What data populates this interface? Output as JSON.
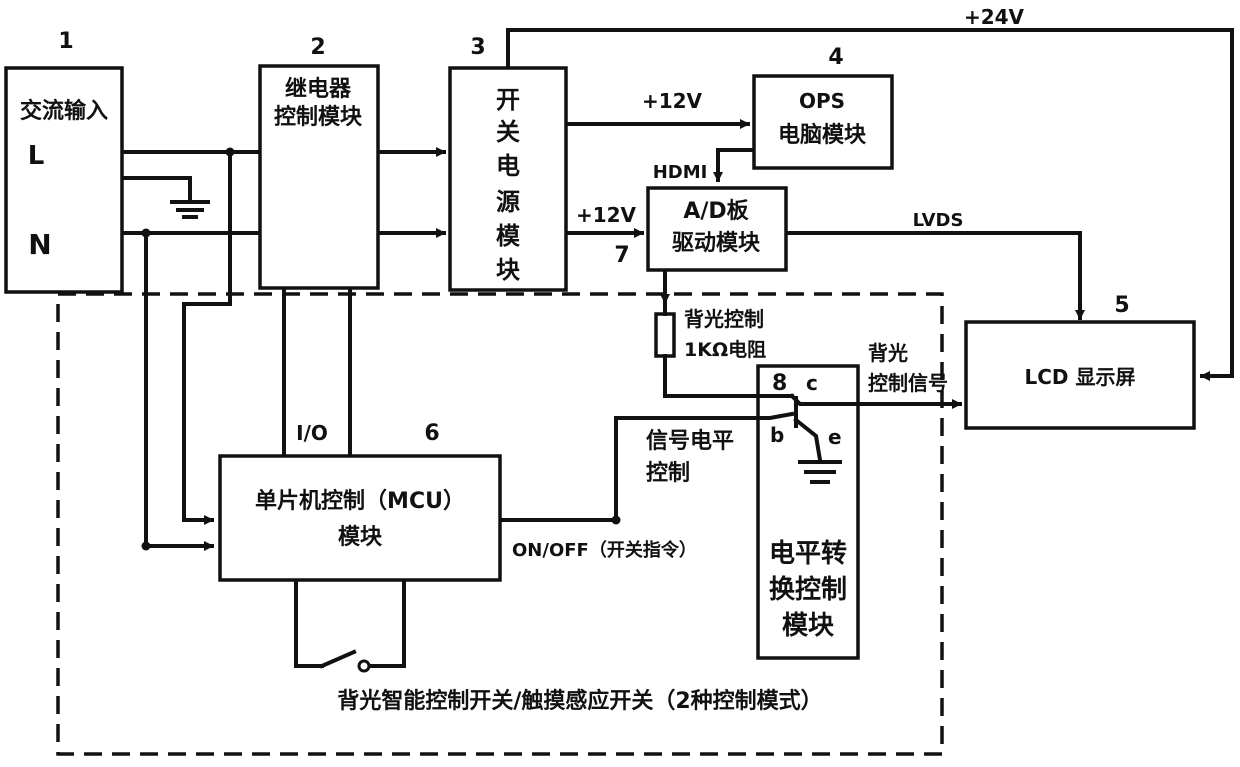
{
  "blocks": {
    "ac_input": {
      "num": "1",
      "title": "交流输入",
      "L": "L",
      "N": "N"
    },
    "relay": {
      "num": "2",
      "line1": "继电器",
      "line2": "控制模块"
    },
    "psu": {
      "num": "3",
      "chars": [
        "开",
        "关",
        "电",
        "源",
        "模",
        "块"
      ]
    },
    "ops": {
      "num": "4",
      "line1": "OPS",
      "line2": "电脑模块"
    },
    "lcd": {
      "num": "5",
      "label": "LCD 显示屏"
    },
    "mcu": {
      "num": "6",
      "line1": "单片机控制（MCU）",
      "line2": "模块",
      "io": "I/O"
    },
    "ad": {
      "num": "7",
      "line1": "A/D板",
      "line2": "驱动模块"
    },
    "level": {
      "num": "8",
      "chars": [
        "电平转",
        "换控制",
        "模块"
      ],
      "c": "c",
      "b": "b",
      "e": "e"
    }
  },
  "labels": {
    "v24": "+24V",
    "v12_ops": "+12V",
    "v12_ad": "+12V",
    "hdmi": "HDMI",
    "lvds": "LVDS",
    "backlight_ctrl": "背光控制",
    "resistor": "1KΩ电阻",
    "backlight_sig_1": "背光",
    "backlight_sig_2": "控制信号",
    "signal_level_1": "信号电平",
    "signal_level_2": "控制",
    "onoff": "ON/OFF（开关指令）",
    "bottom_caption": "背光智能控制开关/触摸感应开关（2种控制模式）"
  }
}
